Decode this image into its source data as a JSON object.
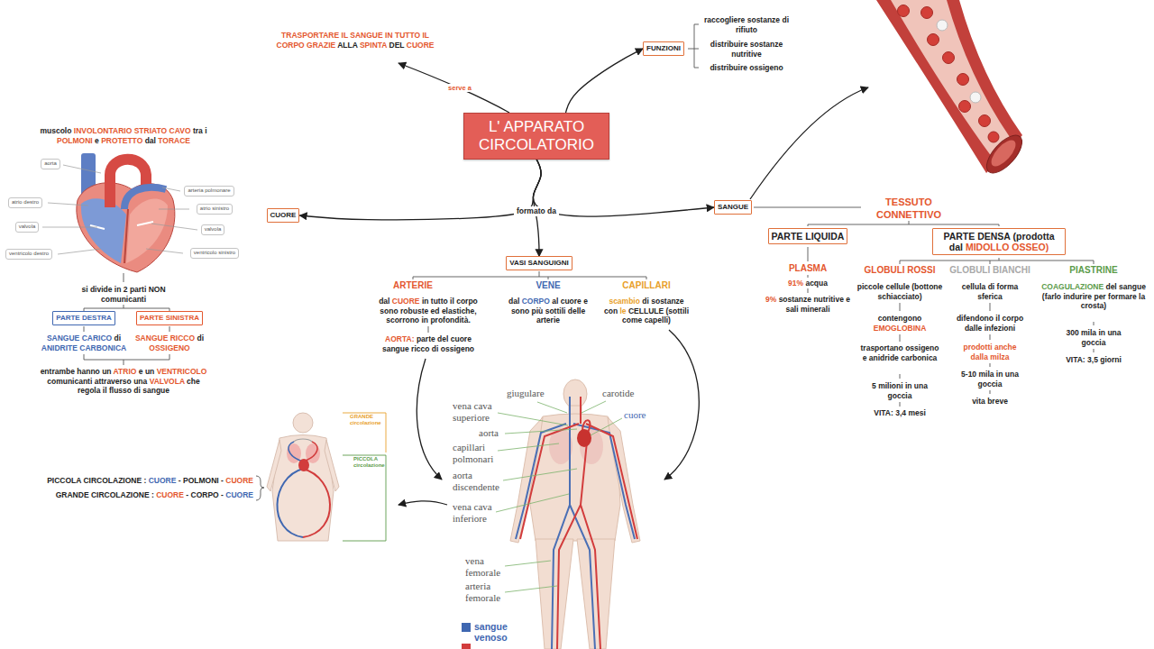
{
  "diagram": {
    "nodes": [
      {
        "text": [
          "L' APPARATO CIRCOLATORIO"
        ]
      },
      {
        "text": [
          "FUNZIONI"
        ]
      },
      {
        "text": [
          "CUORE"
        ]
      },
      {
        "text": [
          "VASI SANGUIGNI"
        ]
      },
      {
        "text": [
          "SANGUE"
        ]
      },
      {
        "text": [
          "aorta"
        ]
      },
      {
        "text": [
          "arteria polmonare"
        ]
      },
      {
        "text": [
          "atrio destro"
        ]
      },
      {
        "text": [
          "atrio sinistro"
        ]
      },
      {
        "text": [
          "valvola"
        ]
      },
      {
        "text": [
          "valvola"
        ]
      },
      {
        "text": [
          "ventricolo destro"
        ]
      },
      {
        "text": [
          "ventricolo sinistro"
        ]
      },
      {
        "text": [
          "PARTE DESTRA"
        ]
      },
      {
        "text": [
          "PARTE SINISTRA"
        ]
      },
      {
        "text": [
          "PARTE LIQUIDA"
        ]
      },
      {
        "text": [
          "PARTE DENSA (prodotta dal MIDOLLO OSSEO)"
        ]
      }
    ],
    "edges": [
      {
        "from": 0,
        "to": 1,
        "arrow": "to"
      },
      {
        "from": 0,
        "to": 2,
        "arrow": "to"
      },
      {
        "from": 0,
        "to": 3,
        "arrow": "to",
        "label": "formato da"
      },
      {
        "from": 0,
        "to": 4,
        "arrow": "to"
      }
    ],
    "labels": [
      "TRASPORTARE IL SANGUE IN TUTTO IL CORPO GRAZIE ALLA SPINTA DEL CUORE",
      "serve a",
      "raccogliere sostanze di rifiuto",
      "distribuire sostanze nutritive",
      "distribuire ossigeno",
      "muscolo INVOLONTARIO STRIATO CAVO tra i POLMONI e PROTETTO dal TORACE",
      "si divide in 2 parti NON comunicanti",
      "SANGUE CARICO di ANIDRITE CARBONICA",
      "SANGUE RICCO di OSSIGENO",
      "entrambe hanno un ATRIO e un VENTRICOLO comunicanti attraverso una VALVOLA che regola il flusso di sangue",
      "ARTERIE",
      "VENE",
      "CAPILLARI",
      "dal CUORE in tutto il corpo sono robuste ed elastiche, scorrono in profondità.",
      "AORTA: parte del cuore sangue ricco di ossigeno",
      "dal CORPO al cuore e sono più sottili delle arterie",
      "scambio di sostanze con le CELLULE (sottili come capelli)",
      "giugulare",
      "carotide",
      "vena cava superiore",
      "cuore",
      "aorta",
      "capillari polmonari",
      "aorta discendente",
      "vena cava inferiore",
      "vena femorale",
      "arteria femorale",
      "GRANDE circolazione",
      "PICCOLA circolazione",
      "PICCOLA CIRCOLAZIONE : CUORE - POLMONI - CUORE",
      "GRANDE CIRCOLAZIONE : CUORE - CORPO - CUORE",
      "TESSUTO CONNETTIVO",
      "PLASMA",
      "91% acqua",
      "9% sostanze nutritive e sali minerali",
      "GLOBULI ROSSI",
      "GLOBULI BIANCHI",
      "PIASTRINE",
      "piccole cellule (bottone schiacciato)",
      "contengono EMOGLOBINA",
      "trasportano ossigeno e anidride carbonica",
      "5 milioni in una goccia",
      "VITA: 3,4 mesi",
      "cellula di forma sferica",
      "difendono il corpo dalle infezioni",
      "prodotti anche dalla milza",
      "5-10 mila in una goccia",
      "vita breve",
      "COAGULAZIONE del sangue (farlo indurire per formare la crosta)",
      "300 mila in una goccia",
      "VITA: 3,5 giorni"
    ],
    "legend": [
      {
        "text": "sangue venoso",
        "color": "#3f67b1"
      }
    ]
  }
}
